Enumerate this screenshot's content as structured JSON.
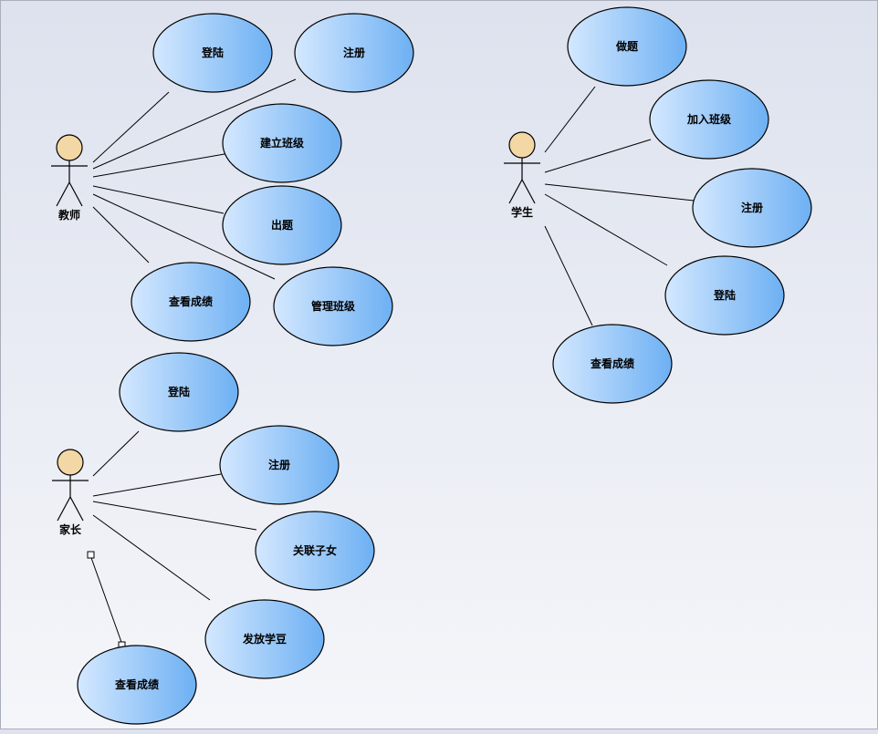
{
  "actors": [
    {
      "id": "teacher",
      "label": "教师"
    },
    {
      "id": "student",
      "label": "学生"
    },
    {
      "id": "parent",
      "label": "家长"
    }
  ],
  "use_cases": [
    {
      "id": "t-login",
      "actor": "teacher",
      "label": "登陆"
    },
    {
      "id": "t-register",
      "actor": "teacher",
      "label": "注册"
    },
    {
      "id": "t-create-class",
      "actor": "teacher",
      "label": "建立班级"
    },
    {
      "id": "t-set-questions",
      "actor": "teacher",
      "label": "出题"
    },
    {
      "id": "t-view-scores",
      "actor": "teacher",
      "label": "查看成绩"
    },
    {
      "id": "t-manage-class",
      "actor": "teacher",
      "label": "管理班级"
    },
    {
      "id": "s-do-questions",
      "actor": "student",
      "label": "做题"
    },
    {
      "id": "s-join-class",
      "actor": "student",
      "label": "加入班级"
    },
    {
      "id": "s-register",
      "actor": "student",
      "label": "注册"
    },
    {
      "id": "s-login",
      "actor": "student",
      "label": "登陆"
    },
    {
      "id": "s-view-scores",
      "actor": "student",
      "label": "查看成绩"
    },
    {
      "id": "p-login",
      "actor": "parent",
      "label": "登陆"
    },
    {
      "id": "p-register",
      "actor": "parent",
      "label": "注册"
    },
    {
      "id": "p-link-child",
      "actor": "parent",
      "label": "关联子女"
    },
    {
      "id": "p-give-beans",
      "actor": "parent",
      "label": "发放学豆"
    },
    {
      "id": "p-view-scores",
      "actor": "parent",
      "label": "查看成绩"
    }
  ],
  "colors": {
    "ellipse_light": "#d2e6ff",
    "ellipse_dark": "#6fb2f4",
    "ellipse_stroke": "#000000",
    "actor_head": "#f3d7a4",
    "line": "#000000"
  }
}
